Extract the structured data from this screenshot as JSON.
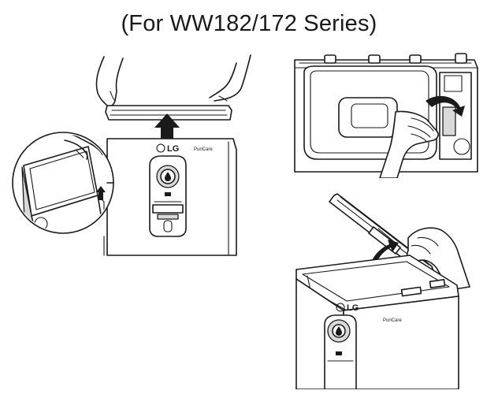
{
  "title": "(For WW182/172 Series)",
  "brand": {
    "logo": "LG",
    "product_label": "PuriCare"
  },
  "icons": {
    "arrow_up": "up-arrow-icon",
    "arrow_curved": "curved-arrow-icon",
    "water_drop": "water-drop-icon"
  },
  "colors": {
    "line": "#1a1a1a",
    "background": "#ffffff",
    "shade": "#d9d9d9"
  }
}
